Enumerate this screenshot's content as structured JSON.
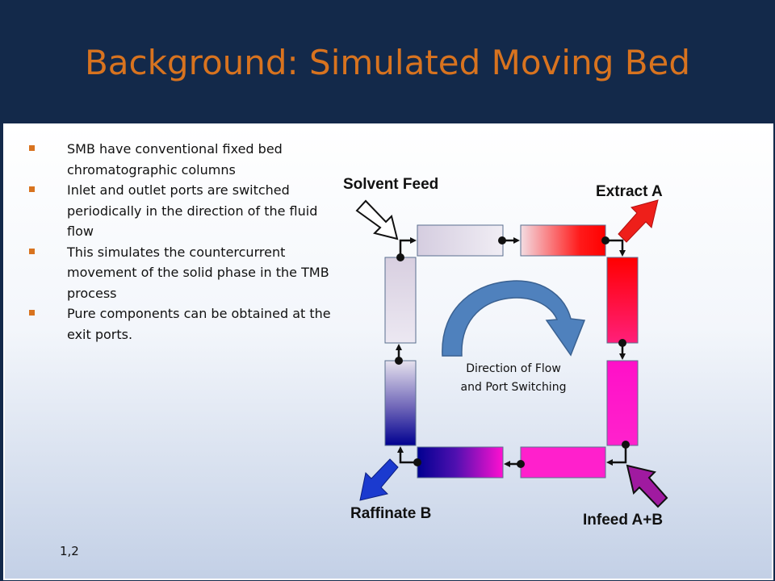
{
  "slide": {
    "title": "Background: Simulated Moving Bed",
    "footnote": "1,2"
  },
  "bullets": [
    "SMB have conventional fixed bed chromatographic columns",
    "Inlet and outlet ports are switched periodically in the direction of the fluid flow",
    "This simulates the countercurrent movement of the solid phase in the TMB process",
    "Pure components can be obtained at the exit ports."
  ],
  "diagram": {
    "solvent_feed": "Solvent Feed",
    "extract": "Extract A",
    "raffinate": "Raffinate B",
    "infeed": "Infeed A+B",
    "center_line1": "Direction of Flow",
    "center_line2": "and Port Switching"
  },
  "colors": {
    "title": "#d8731f",
    "background": "#13294a",
    "extract_arrow": "#e8201c",
    "raffinate_arrow": "#1f35c8",
    "infeed_arrow": "#a018a0",
    "flow_arrow": "#4f81bd"
  }
}
